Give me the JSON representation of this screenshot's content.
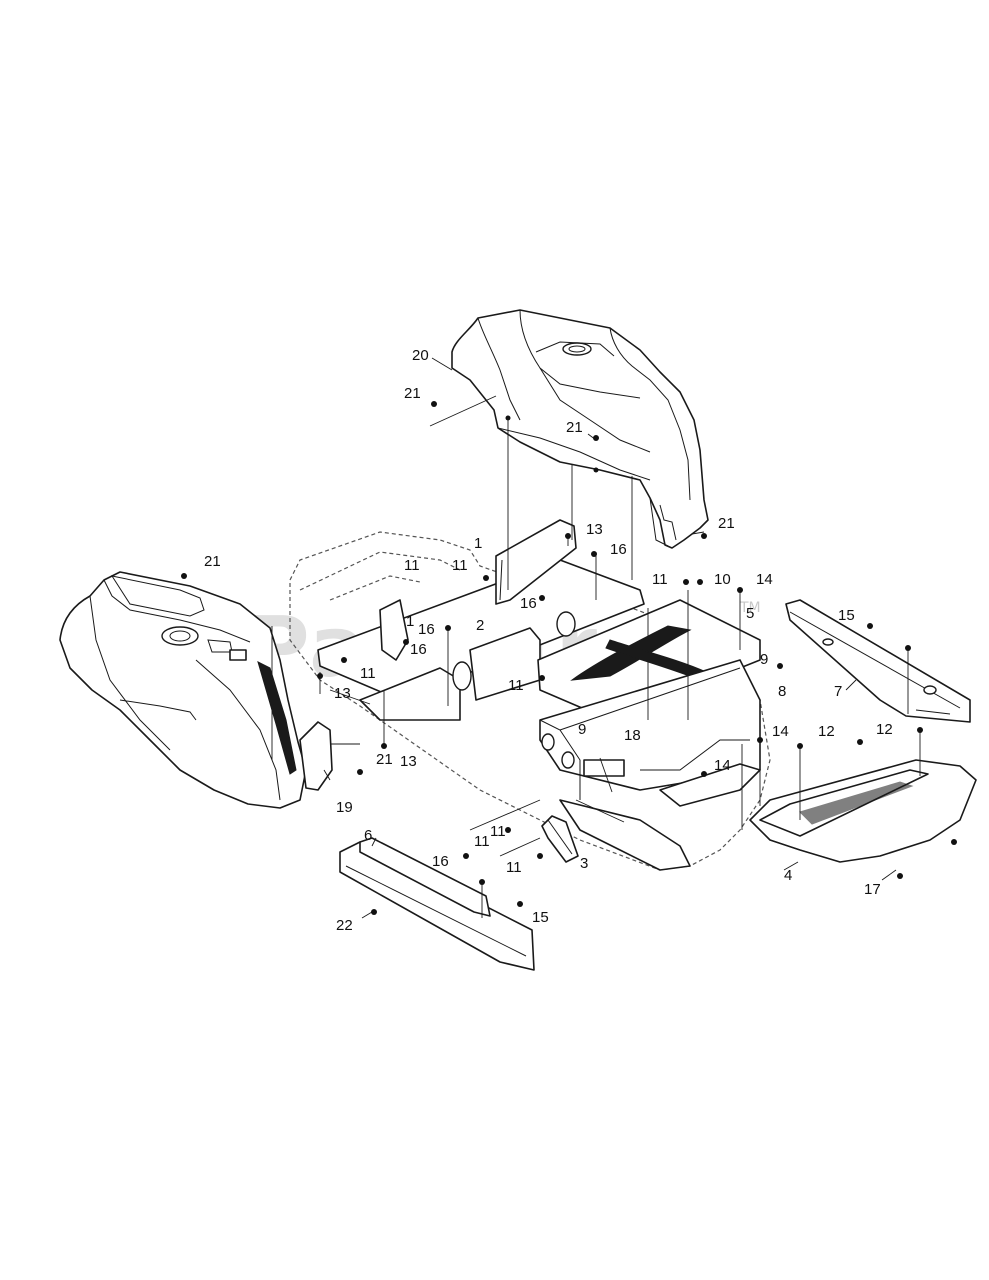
{
  "watermark": {
    "text": "PartsTree",
    "trademark": "TM"
  },
  "callouts": [
    {
      "id": "c20a",
      "label": "20"
    },
    {
      "id": "c21a",
      "label": "21"
    },
    {
      "id": "c21b",
      "label": "21"
    },
    {
      "id": "c21c",
      "label": "21"
    },
    {
      "id": "c21d",
      "label": "21"
    },
    {
      "id": "c21e",
      "label": "21"
    },
    {
      "id": "c13a",
      "label": "13"
    },
    {
      "id": "c13b",
      "label": "13"
    },
    {
      "id": "c13c",
      "label": "13"
    },
    {
      "id": "c1a",
      "label": "1"
    },
    {
      "id": "c1b",
      "label": "1"
    },
    {
      "id": "c16a",
      "label": "16"
    },
    {
      "id": "c16b",
      "label": "16"
    },
    {
      "id": "c16c",
      "label": "16"
    },
    {
      "id": "c16d",
      "label": "16"
    },
    {
      "id": "c16e",
      "label": "16"
    },
    {
      "id": "c11a",
      "label": "11"
    },
    {
      "id": "c11b",
      "label": "11"
    },
    {
      "id": "c11c",
      "label": "11"
    },
    {
      "id": "c11d",
      "label": "11"
    },
    {
      "id": "c11e",
      "label": "11"
    },
    {
      "id": "c11f",
      "label": "11"
    },
    {
      "id": "c11g",
      "label": "11"
    },
    {
      "id": "c11h",
      "label": "11"
    },
    {
      "id": "c10a",
      "label": "10"
    },
    {
      "id": "c14a",
      "label": "14"
    },
    {
      "id": "c14b",
      "label": "14"
    },
    {
      "id": "c14c",
      "label": "14"
    },
    {
      "id": "c15a",
      "label": "15"
    },
    {
      "id": "c15b",
      "label": "15"
    },
    {
      "id": "c5a",
      "label": "5"
    },
    {
      "id": "c2a",
      "label": "2"
    },
    {
      "id": "c9a",
      "label": "9"
    },
    {
      "id": "c9b",
      "label": "9"
    },
    {
      "id": "c8a",
      "label": "8"
    },
    {
      "id": "c18a",
      "label": "18"
    },
    {
      "id": "c7a",
      "label": "7"
    },
    {
      "id": "c12a",
      "label": "12"
    },
    {
      "id": "c12b",
      "label": "12"
    },
    {
      "id": "c19a",
      "label": "19"
    },
    {
      "id": "c6a",
      "label": "6"
    },
    {
      "id": "c3a",
      "label": "3"
    },
    {
      "id": "c4a",
      "label": "4"
    },
    {
      "id": "c17a",
      "label": "17"
    },
    {
      "id": "c22a",
      "label": "22"
    }
  ]
}
